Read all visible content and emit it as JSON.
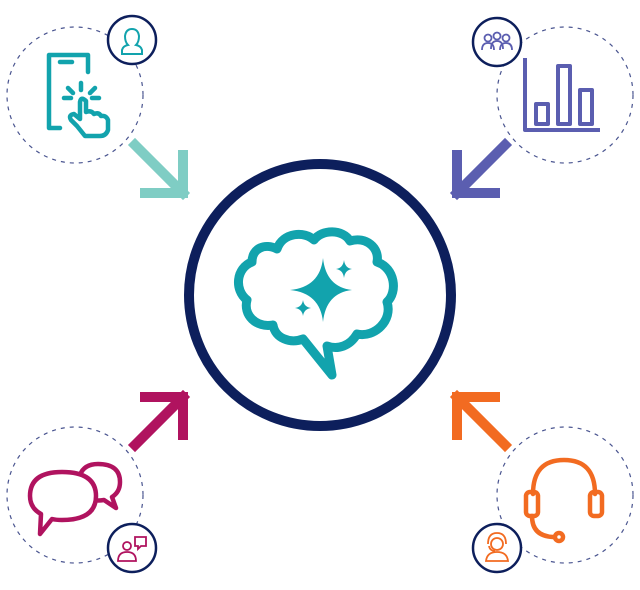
{
  "diagram": {
    "center": {
      "icon": "brain-sparkle-icon",
      "ring_color": "#0d1f5c",
      "icon_color": "#12a3ad"
    },
    "nodes": [
      {
        "id": "top-left",
        "icon": "phone-tap-icon",
        "badge_icon": "user-icon",
        "color": "#12a3ad",
        "arrow_color": "#7fcdc4"
      },
      {
        "id": "top-right",
        "icon": "bar-chart-icon",
        "badge_icon": "group-icon",
        "color": "#5b5eb0",
        "arrow_color": "#5b5eb0"
      },
      {
        "id": "bottom-left",
        "icon": "chat-bubbles-icon",
        "badge_icon": "users-chat-icon",
        "color": "#b0135f",
        "arrow_color": "#b0135f"
      },
      {
        "id": "bottom-right",
        "icon": "headset-icon",
        "badge_icon": "support-agent-icon",
        "color": "#f26b21",
        "arrow_color": "#f26b21"
      }
    ],
    "badge_ring_color": "#0d1f5c",
    "dashed_ring_color": "#4a5590"
  }
}
